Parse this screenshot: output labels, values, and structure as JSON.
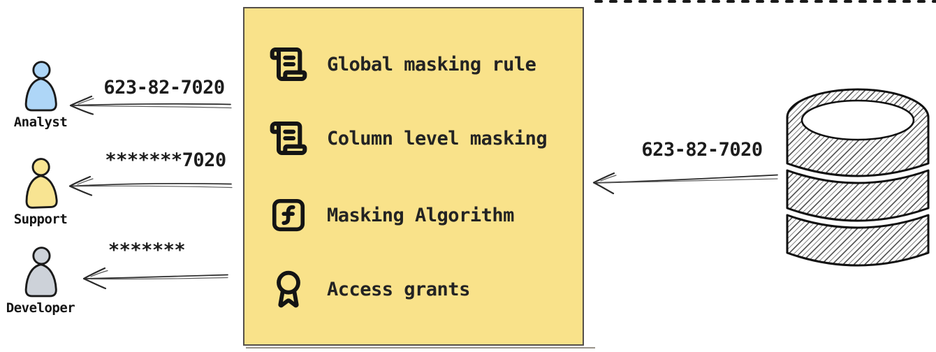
{
  "personas": [
    {
      "id": "analyst",
      "label": "Analyst",
      "fill": "#aed6f7",
      "received_value": "623-82-7020"
    },
    {
      "id": "support",
      "label": "Support",
      "fill": "#f8e492",
      "received_value": "*******7020"
    },
    {
      "id": "developer",
      "label": "Developer",
      "fill": "#cdd2d9",
      "received_value": "*******"
    }
  ],
  "masking_box": {
    "fill": "#f9e28a",
    "border_color": "#55504a",
    "items": [
      {
        "icon": "scroll-icon",
        "label": "Global masking rule"
      },
      {
        "icon": "scroll-icon",
        "label": "Column level masking"
      },
      {
        "icon": "function-icon",
        "label": "Masking Algorithm"
      },
      {
        "icon": "award-icon",
        "label": "Access grants"
      }
    ]
  },
  "database": {
    "icon": "database-icon",
    "outgoing_value": "623-82-7020"
  },
  "colors": {
    "ink": "#1c1c1c",
    "arrow": "#2a2a2a"
  }
}
